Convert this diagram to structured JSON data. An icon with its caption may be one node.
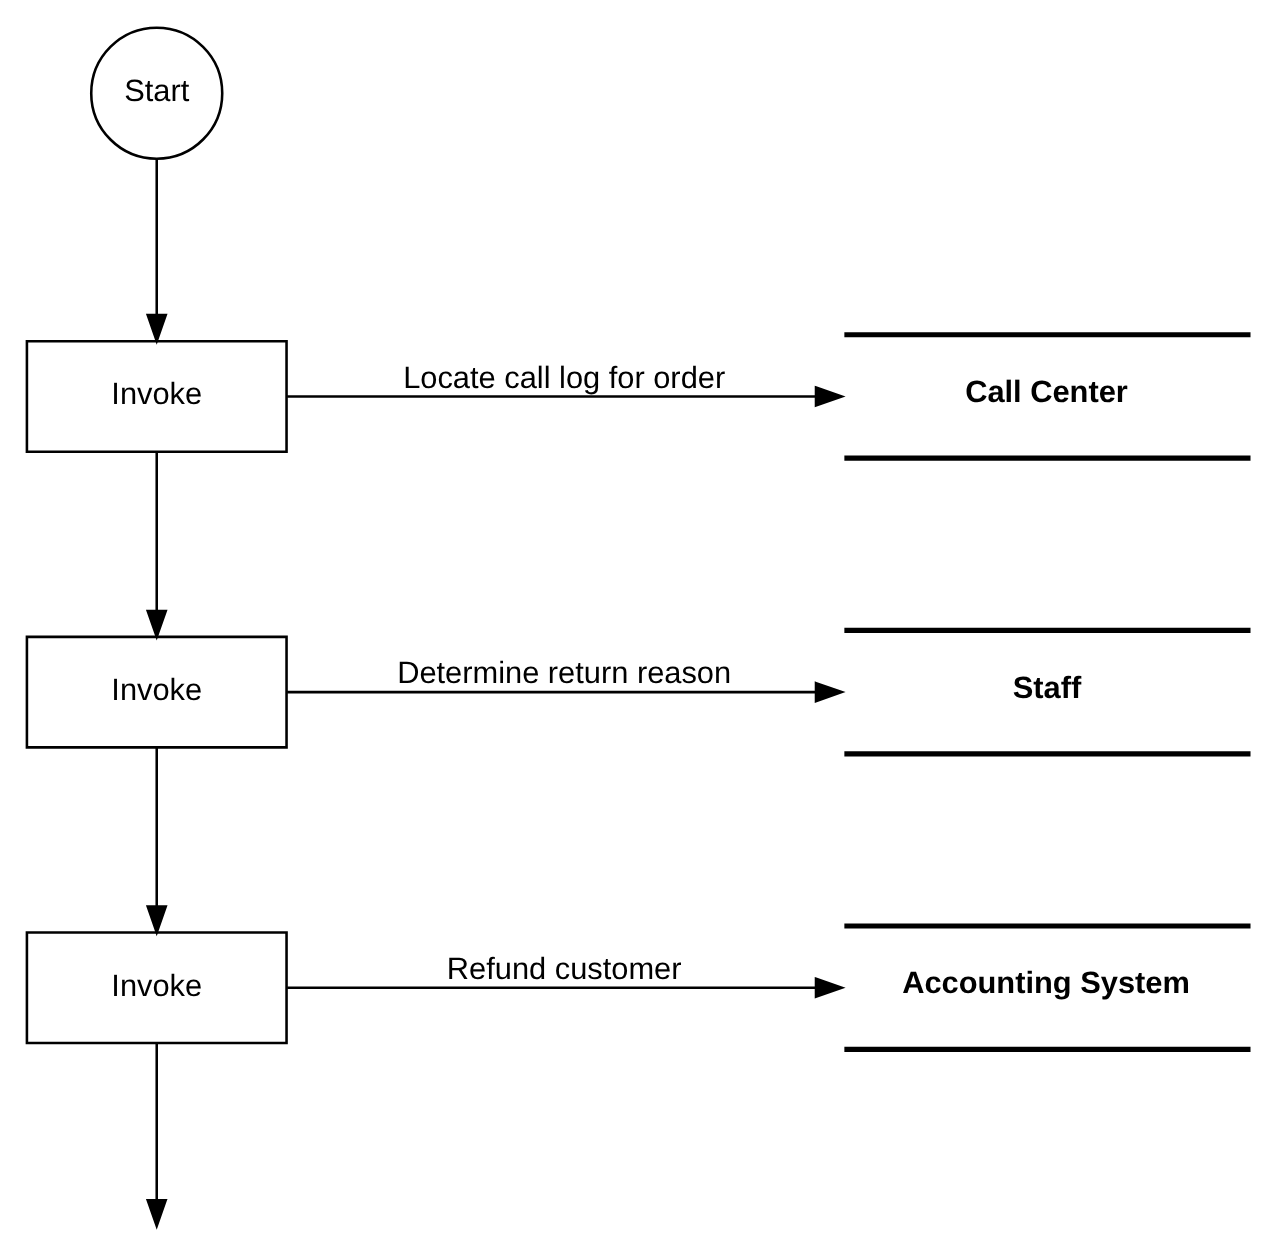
{
  "diagram": {
    "nodes": [
      {
        "text": [
          "Start"
        ]
      },
      {
        "text": [
          "Invoke"
        ]
      },
      {
        "text": [
          "Invoke"
        ]
      },
      {
        "text": [
          "Invoke"
        ]
      },
      {
        "text": [
          "Call Center"
        ]
      },
      {
        "text": [
          "Staff"
        ]
      },
      {
        "text": [
          "Accounting System"
        ]
      }
    ],
    "edges": [
      {
        "from": 0,
        "to": 1,
        "arrow": "to"
      },
      {
        "from": 1,
        "to": 2,
        "arrow": "to"
      },
      {
        "from": 2,
        "to": 3,
        "arrow": "to"
      },
      {
        "from": 3,
        "to": null,
        "arrow": "to"
      },
      {
        "from": 1,
        "to": 4,
        "arrow": "to",
        "label": "Locate call log for order"
      },
      {
        "from": 2,
        "to": 5,
        "arrow": "to",
        "label": "Determine return reason"
      },
      {
        "from": 3,
        "to": 6,
        "arrow": "to",
        "label": "Refund customer"
      }
    ]
  }
}
